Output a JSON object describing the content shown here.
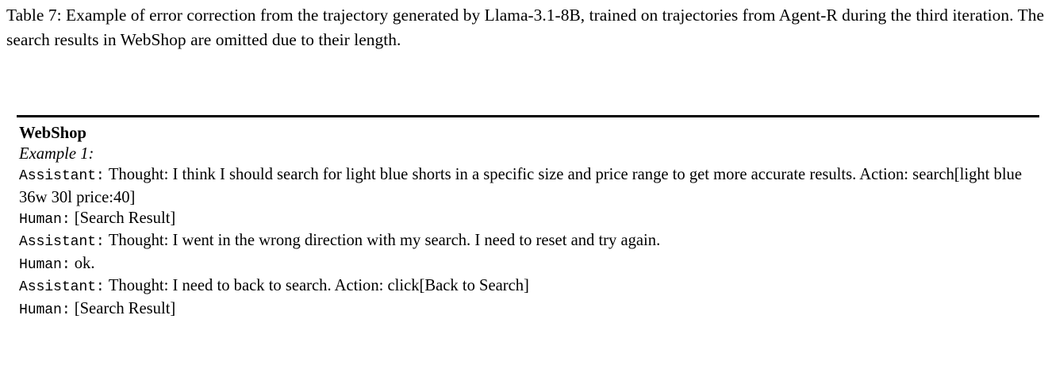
{
  "caption": {
    "label": "Table 7:",
    "text": "Table 7: Example of error correction from the trajectory generated by Llama-3.1-8B, trained on trajectories from Agent-R during the third iteration. The search results in WebShop are omitted due to their length."
  },
  "table": {
    "header": "WebShop",
    "example_label": "Example 1:",
    "rule_color": "#000000",
    "turns": [
      {
        "speaker": "Assistant:",
        "text": "Thought: I think I should search for light blue shorts in a specific size and price range to get more accurate results. Action: search[light blue 36w 30l price:40]"
      },
      {
        "speaker": "Human:",
        "text": "[Search Result]"
      },
      {
        "speaker": "Assistant:",
        "text": "Thought: I went in the wrong direction with my search. I need to reset and try again."
      },
      {
        "speaker": "Human:",
        "text": "ok."
      },
      {
        "speaker": "Assistant:",
        "text": "Thought: I need to back to search. Action: click[Back to Search]"
      },
      {
        "speaker": "Human:",
        "text": "[Search Result]"
      }
    ]
  }
}
